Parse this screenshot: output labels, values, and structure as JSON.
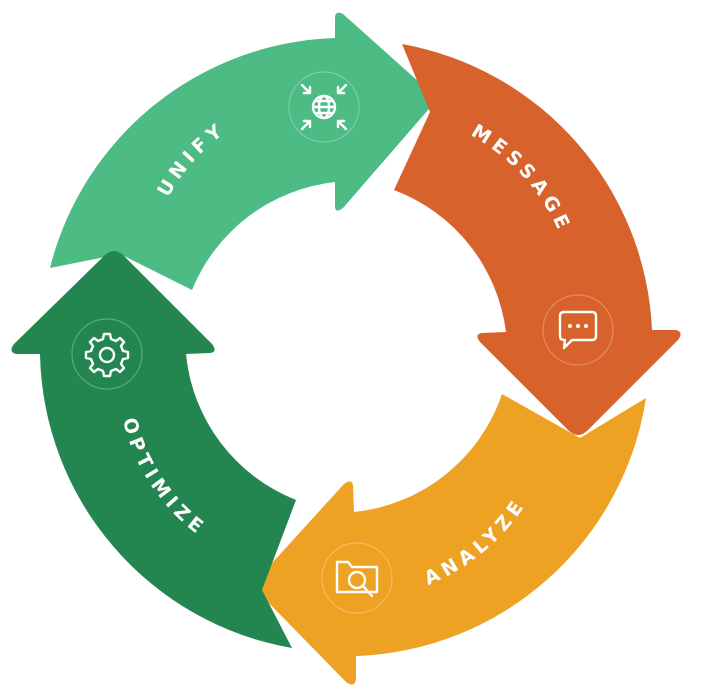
{
  "diagram": {
    "type": "cycle",
    "steps": [
      {
        "label": "UNIFY",
        "icon": "globe-converge-icon",
        "color": "#4cbb84"
      },
      {
        "label": "MESSAGE",
        "icon": "chat-bubble-icon",
        "color": "#d7622b"
      },
      {
        "label": "ANALYZE",
        "icon": "folder-search-icon",
        "color": "#eea224"
      },
      {
        "label": "OPTIMIZE",
        "icon": "gear-icon",
        "color": "#238550"
      }
    ]
  }
}
